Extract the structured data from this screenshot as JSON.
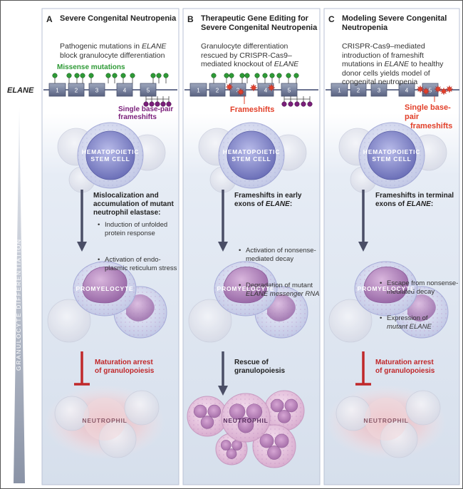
{
  "gene_label": "ELANE",
  "axis_label": "GRANULOCYTE DIFFERENTIATION",
  "cells": {
    "hsc": [
      "HEMATOPOIETIC",
      "STEM CELL"
    ],
    "promyelocyte": "PROMYELOCYTE",
    "neutrophil": "NEUTROPHIL"
  },
  "exon_numbers": [
    "1",
    "2",
    "3",
    "4",
    "5"
  ],
  "colors": {
    "green_marker": "#2e9a36",
    "purple_marker": "#7a1f7a",
    "red_star": "#e2402a",
    "arrest_red": "#c0282a"
  },
  "panels": [
    {
      "letter": "A",
      "title": [
        "Severe Congenital Neutropenia"
      ],
      "description_parts": [
        {
          "text": "Pathogenic mutations in "
        },
        {
          "text": "ELANE",
          "italic": true
        },
        {
          "text": " block granulocyte differentiation"
        }
      ],
      "missense_label": "Missense mutations",
      "frameshift_label": [
        "Single base-pair",
        "frameshifts"
      ],
      "mechanism_heading": [
        "Mislocalization and",
        "accumulation of mutant",
        "neutrophil elastase:"
      ],
      "bullets": [
        [
          "Induction of unfolded",
          "protein response"
        ],
        [
          "Activation of endo-",
          "plasmic reticulum stress"
        ]
      ],
      "outcome_label": [
        "Maturation arrest",
        "of granulopoiesis"
      ]
    },
    {
      "letter": "B",
      "title": [
        "Therapeutic Gene Editing for",
        "Severe Congenital Neutropenia"
      ],
      "description_parts": [
        {
          "text": "Granulocyte differentiation rescued by CRISPR-Cas9–mediated knockout of "
        },
        {
          "text": "ELANE",
          "italic": true
        }
      ],
      "frameshift_label": [
        "Frameshifts"
      ],
      "mechanism_heading_parts": [
        {
          "text": "Frameshifts in early exons of "
        },
        {
          "text": "ELANE",
          "italic": true
        },
        {
          "text": ":"
        }
      ],
      "bullets": [
        [
          "Activation of nonsense-",
          "mediated decay"
        ],
        [
          "Degradation of mutant",
          "ELANE messenger RNA"
        ]
      ],
      "outcome_label": [
        "Rescue of",
        "granulopoiesis"
      ]
    },
    {
      "letter": "C",
      "title": [
        "Modeling Severe Congenital",
        "Neutropenia"
      ],
      "description_parts": [
        {
          "text": "CRISPR-Cas9–mediated introduction of frameshift mutations in "
        },
        {
          "text": "ELANE",
          "italic": true
        },
        {
          "text": " to healthy donor cells yields model of congenital neutropenia"
        }
      ],
      "frameshift_label": [
        "Single base-pair",
        "frameshifts"
      ],
      "mechanism_heading_parts": [
        {
          "text": "Frameshifts in terminal exons of "
        },
        {
          "text": "ELANE",
          "italic": true
        },
        {
          "text": ":"
        }
      ],
      "bullets": [
        [
          "Escape from nonsense-",
          "mediated decay"
        ],
        [
          "Expression of",
          "mutant ELANE"
        ]
      ],
      "outcome_label": [
        "Maturation arrest",
        "of granulopoiesis"
      ]
    }
  ]
}
